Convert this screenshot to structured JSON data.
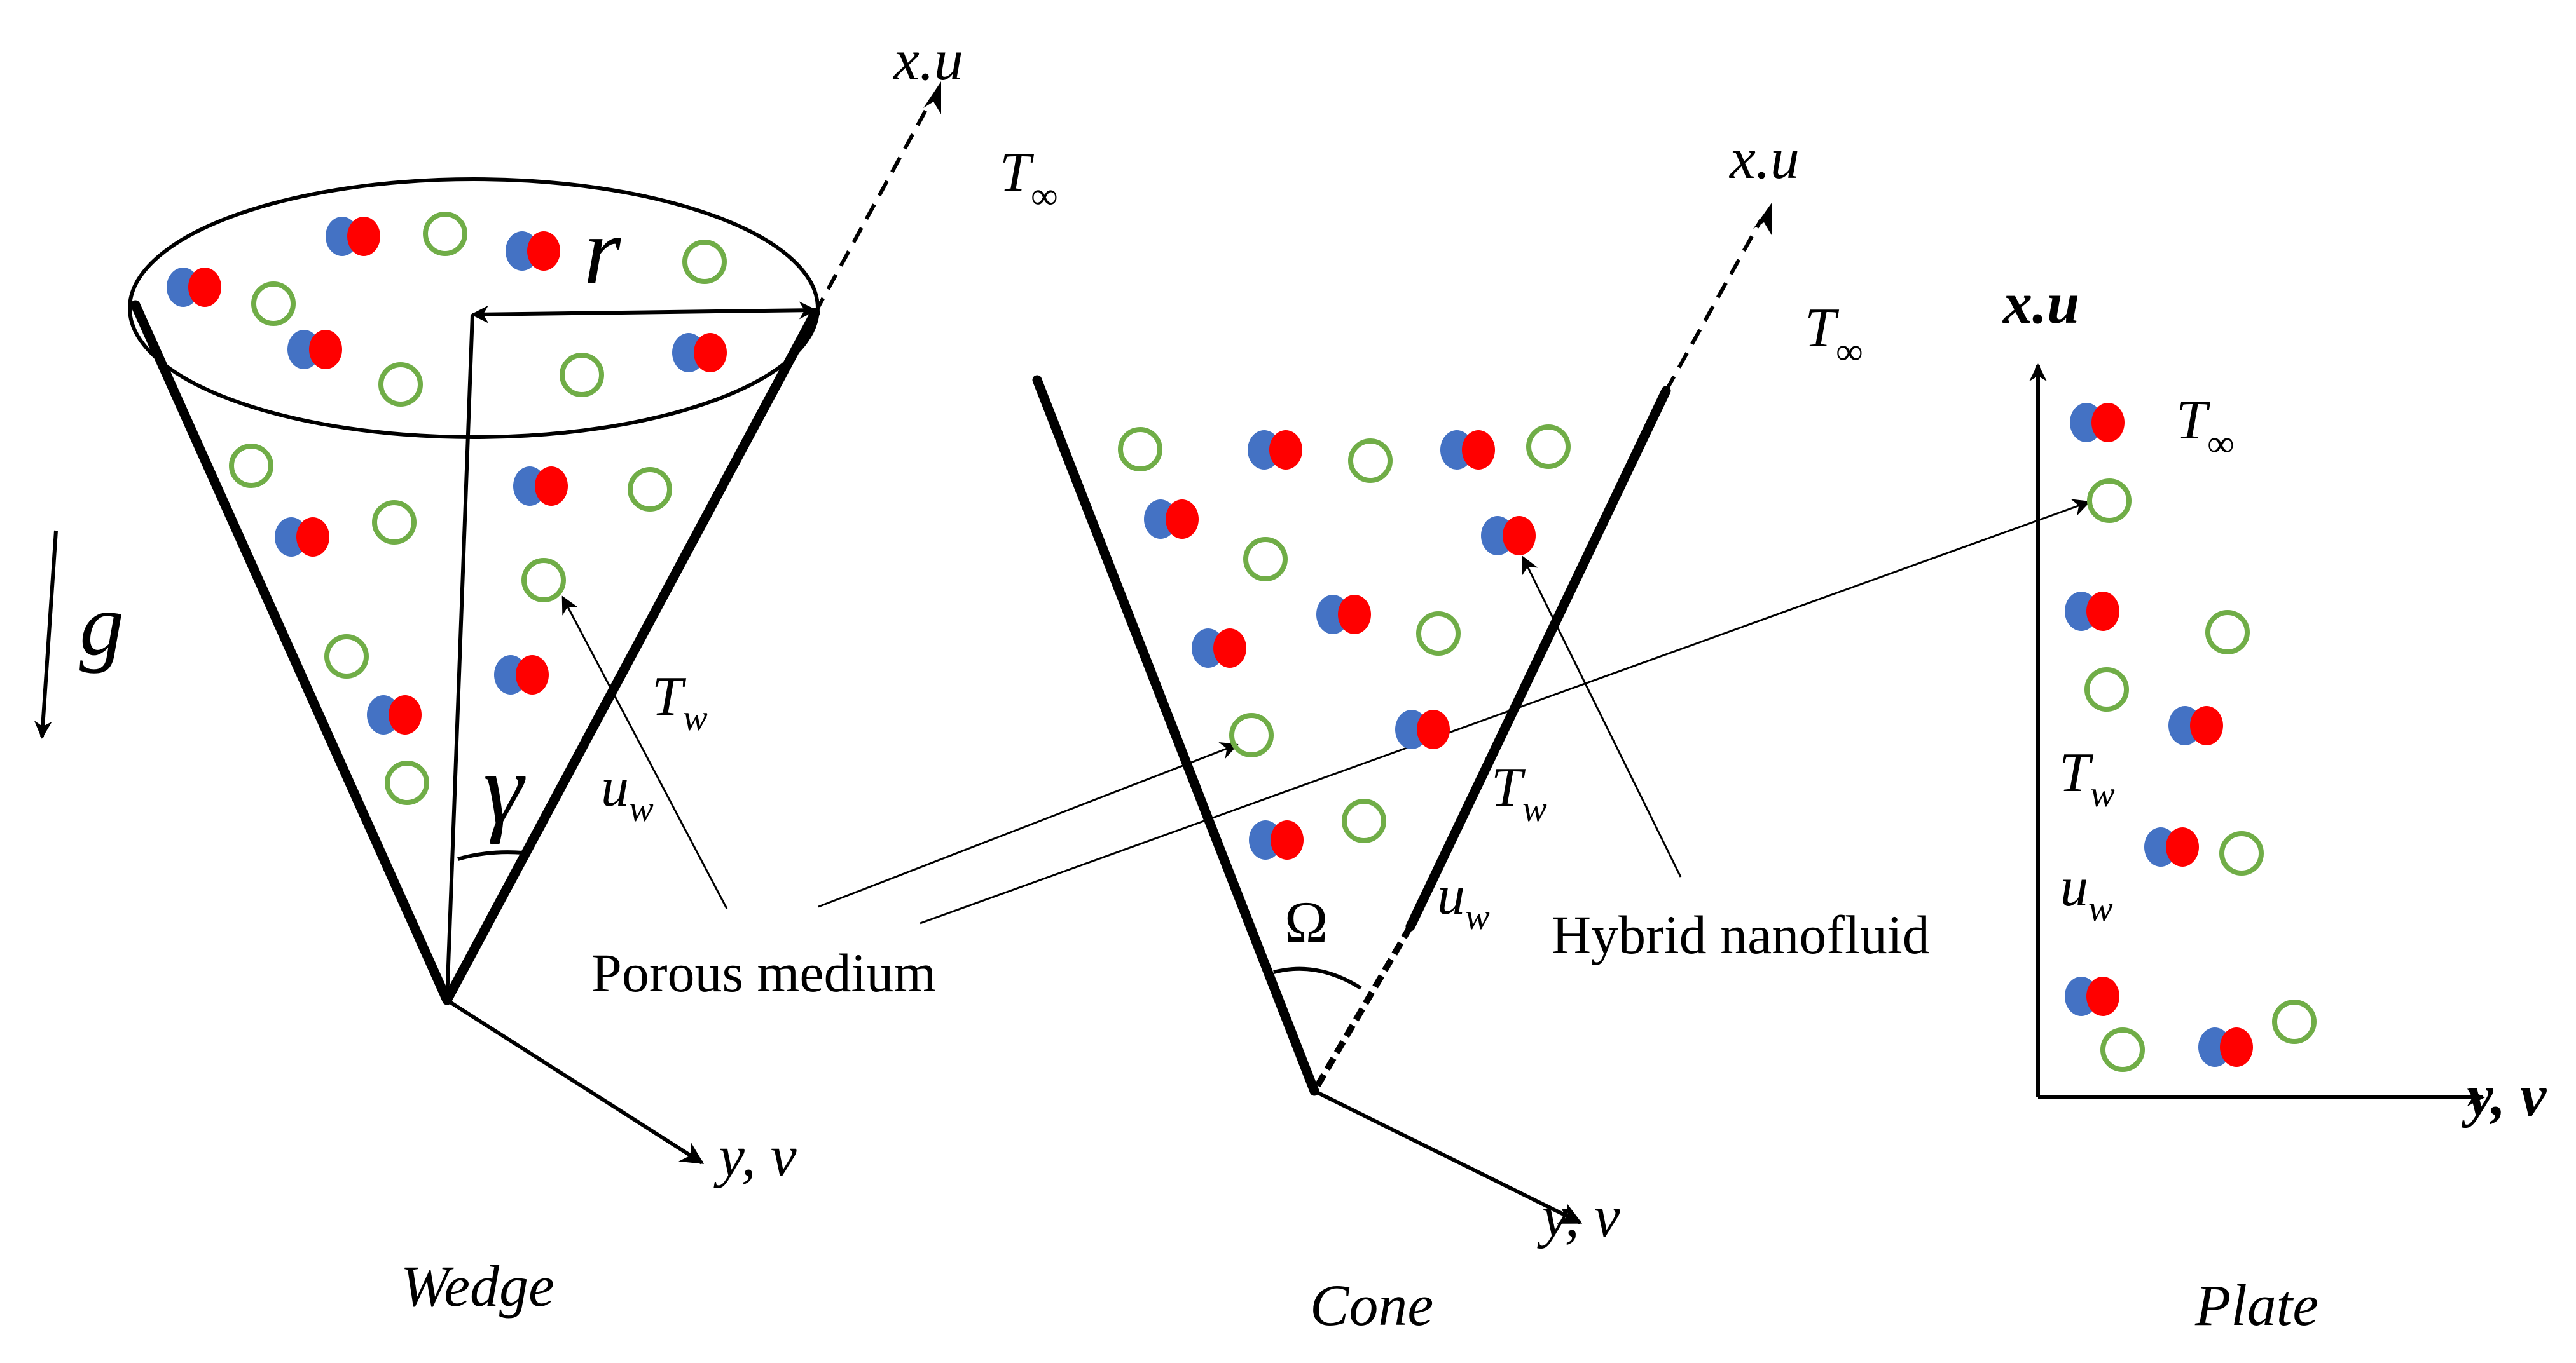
{
  "labels": {
    "cone_axis_x": "x.u",
    "cone_radius": "r",
    "gravity": "g",
    "cone_t_inf": "T",
    "inf_symbol": "∞",
    "cone_tw": "T",
    "w_sub": "w",
    "cone_uw": "u",
    "cone_angle": "γ",
    "cone_axis_y": "y, v",
    "porous_medium": "Porous medium",
    "wedge_axis_x": "x.u",
    "wedge_t_inf": "T",
    "wedge_tw": "T",
    "wedge_uw": "u",
    "wedge_angle": "Ω",
    "hybrid_nanofluid": "Hybrid nanofluid",
    "wedge_axis_y": "y, v",
    "plate_axis_x": "x.u",
    "plate_t_inf": "T",
    "plate_tw": "T",
    "plate_uw": "u",
    "plate_axis_y": "y, v"
  },
  "captions": {
    "wedge": "Wedge",
    "cone": "Cone",
    "plate": "Plate"
  },
  "colors": {
    "line": "#000000",
    "particle_blue": "#4472C4",
    "particle_red": "#FF0000",
    "ring_green": "#70AD47"
  }
}
